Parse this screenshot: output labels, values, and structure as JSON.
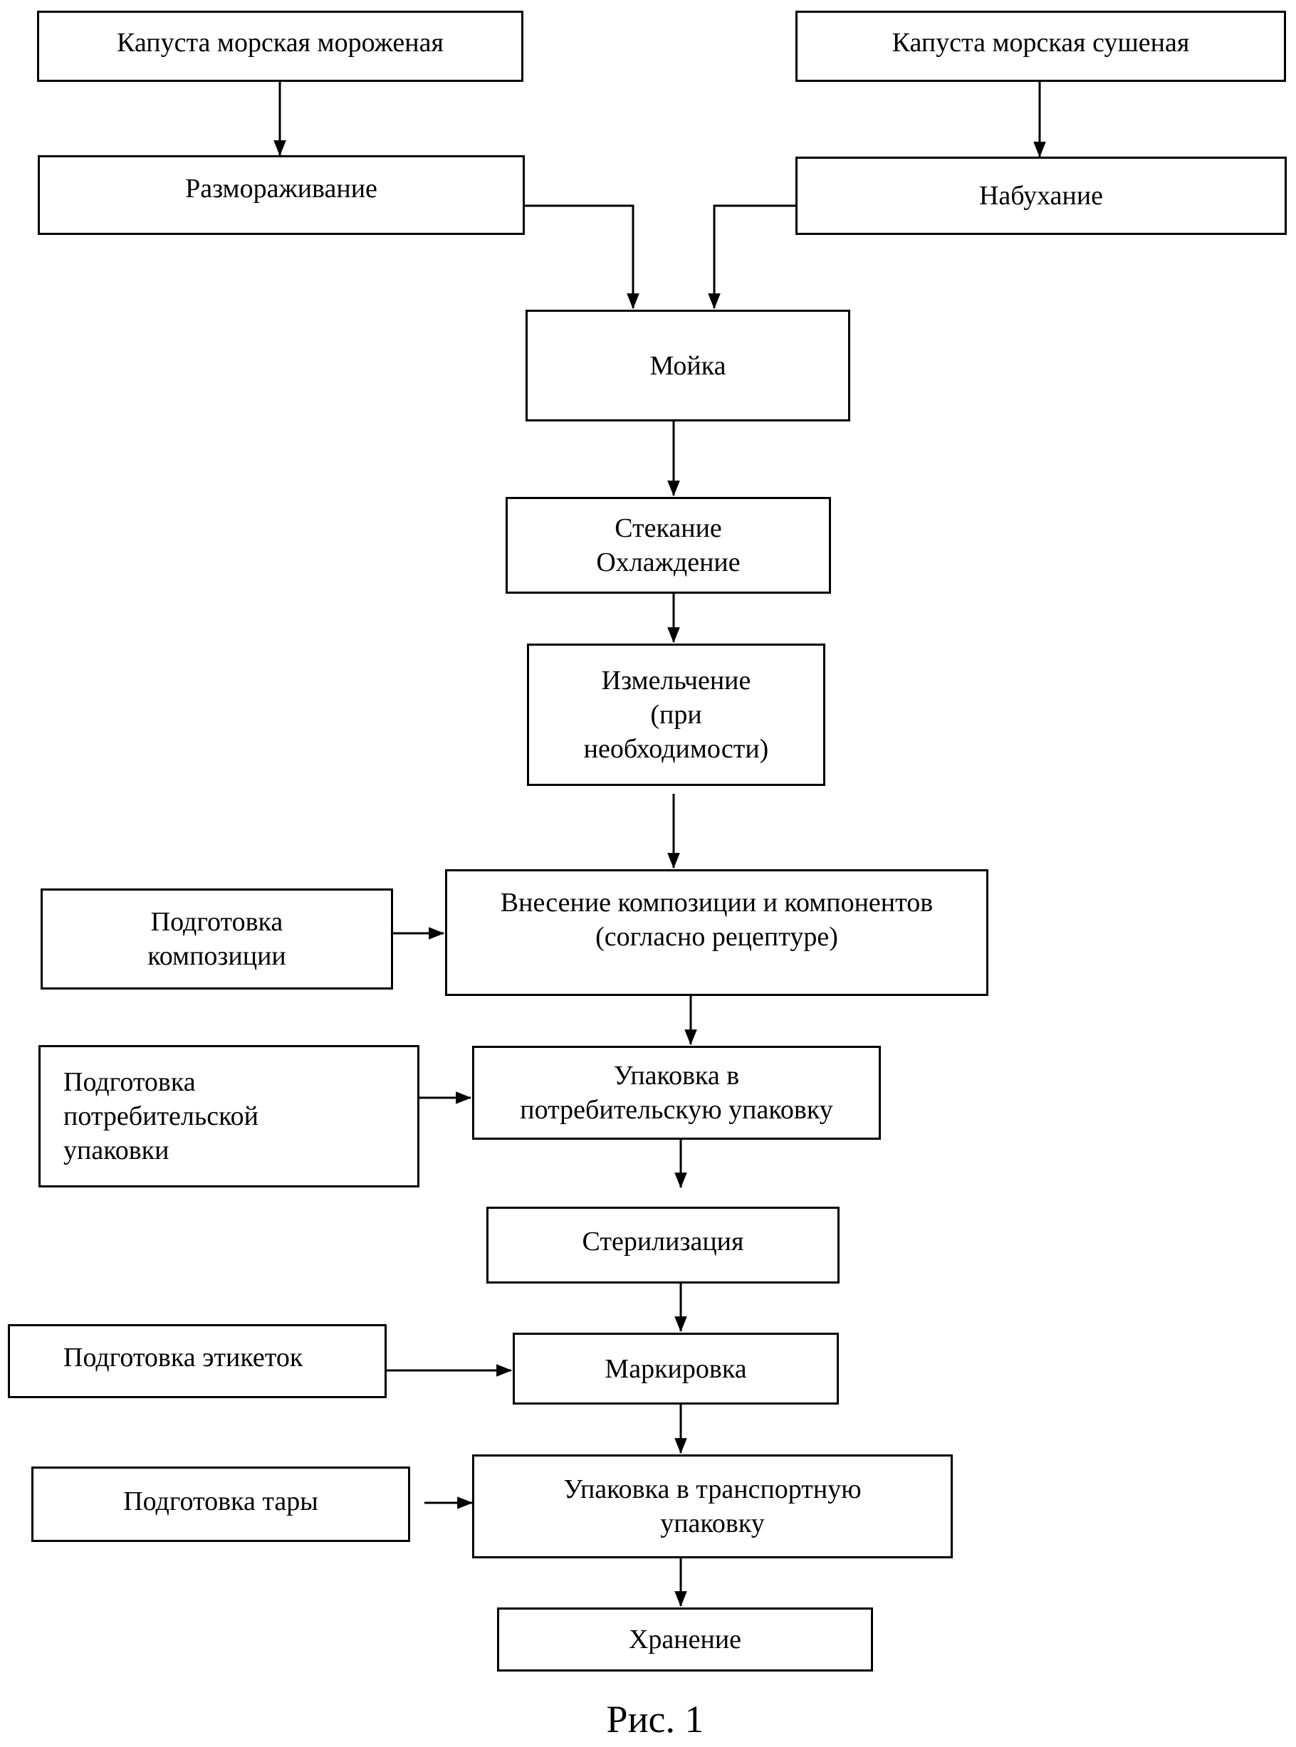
{
  "diagram": {
    "nodes": {
      "frozen_kelp": "Капуста морская мороженая",
      "dried_kelp": "Капуста морская сушеная",
      "thawing": "Размораживание",
      "swelling": "Набухание",
      "washing": "Мойка",
      "draining_cooling": "Стекание\nОхлаждение",
      "grinding": "Измельчение\n(при\nнеобходимости)",
      "adding_composition": "Внесение композиции и компонентов\n(согласно рецептуре)",
      "composition_prep": "Подготовка\nкомпозиции",
      "consumer_packing": "Упаковка в\nпотребительскую упаковку",
      "consumer_pack_prep": "Подготовка\nпотребительской\nупаковки",
      "sterilization": "Стерилизация",
      "labeling": "Маркировка",
      "label_prep": "Подготовка этикеток",
      "transport_packing": "Упаковка в транспортную\nупаковку",
      "container_prep": "Подготовка тары",
      "storage": "Хранение"
    },
    "caption": "Рис. 1"
  }
}
